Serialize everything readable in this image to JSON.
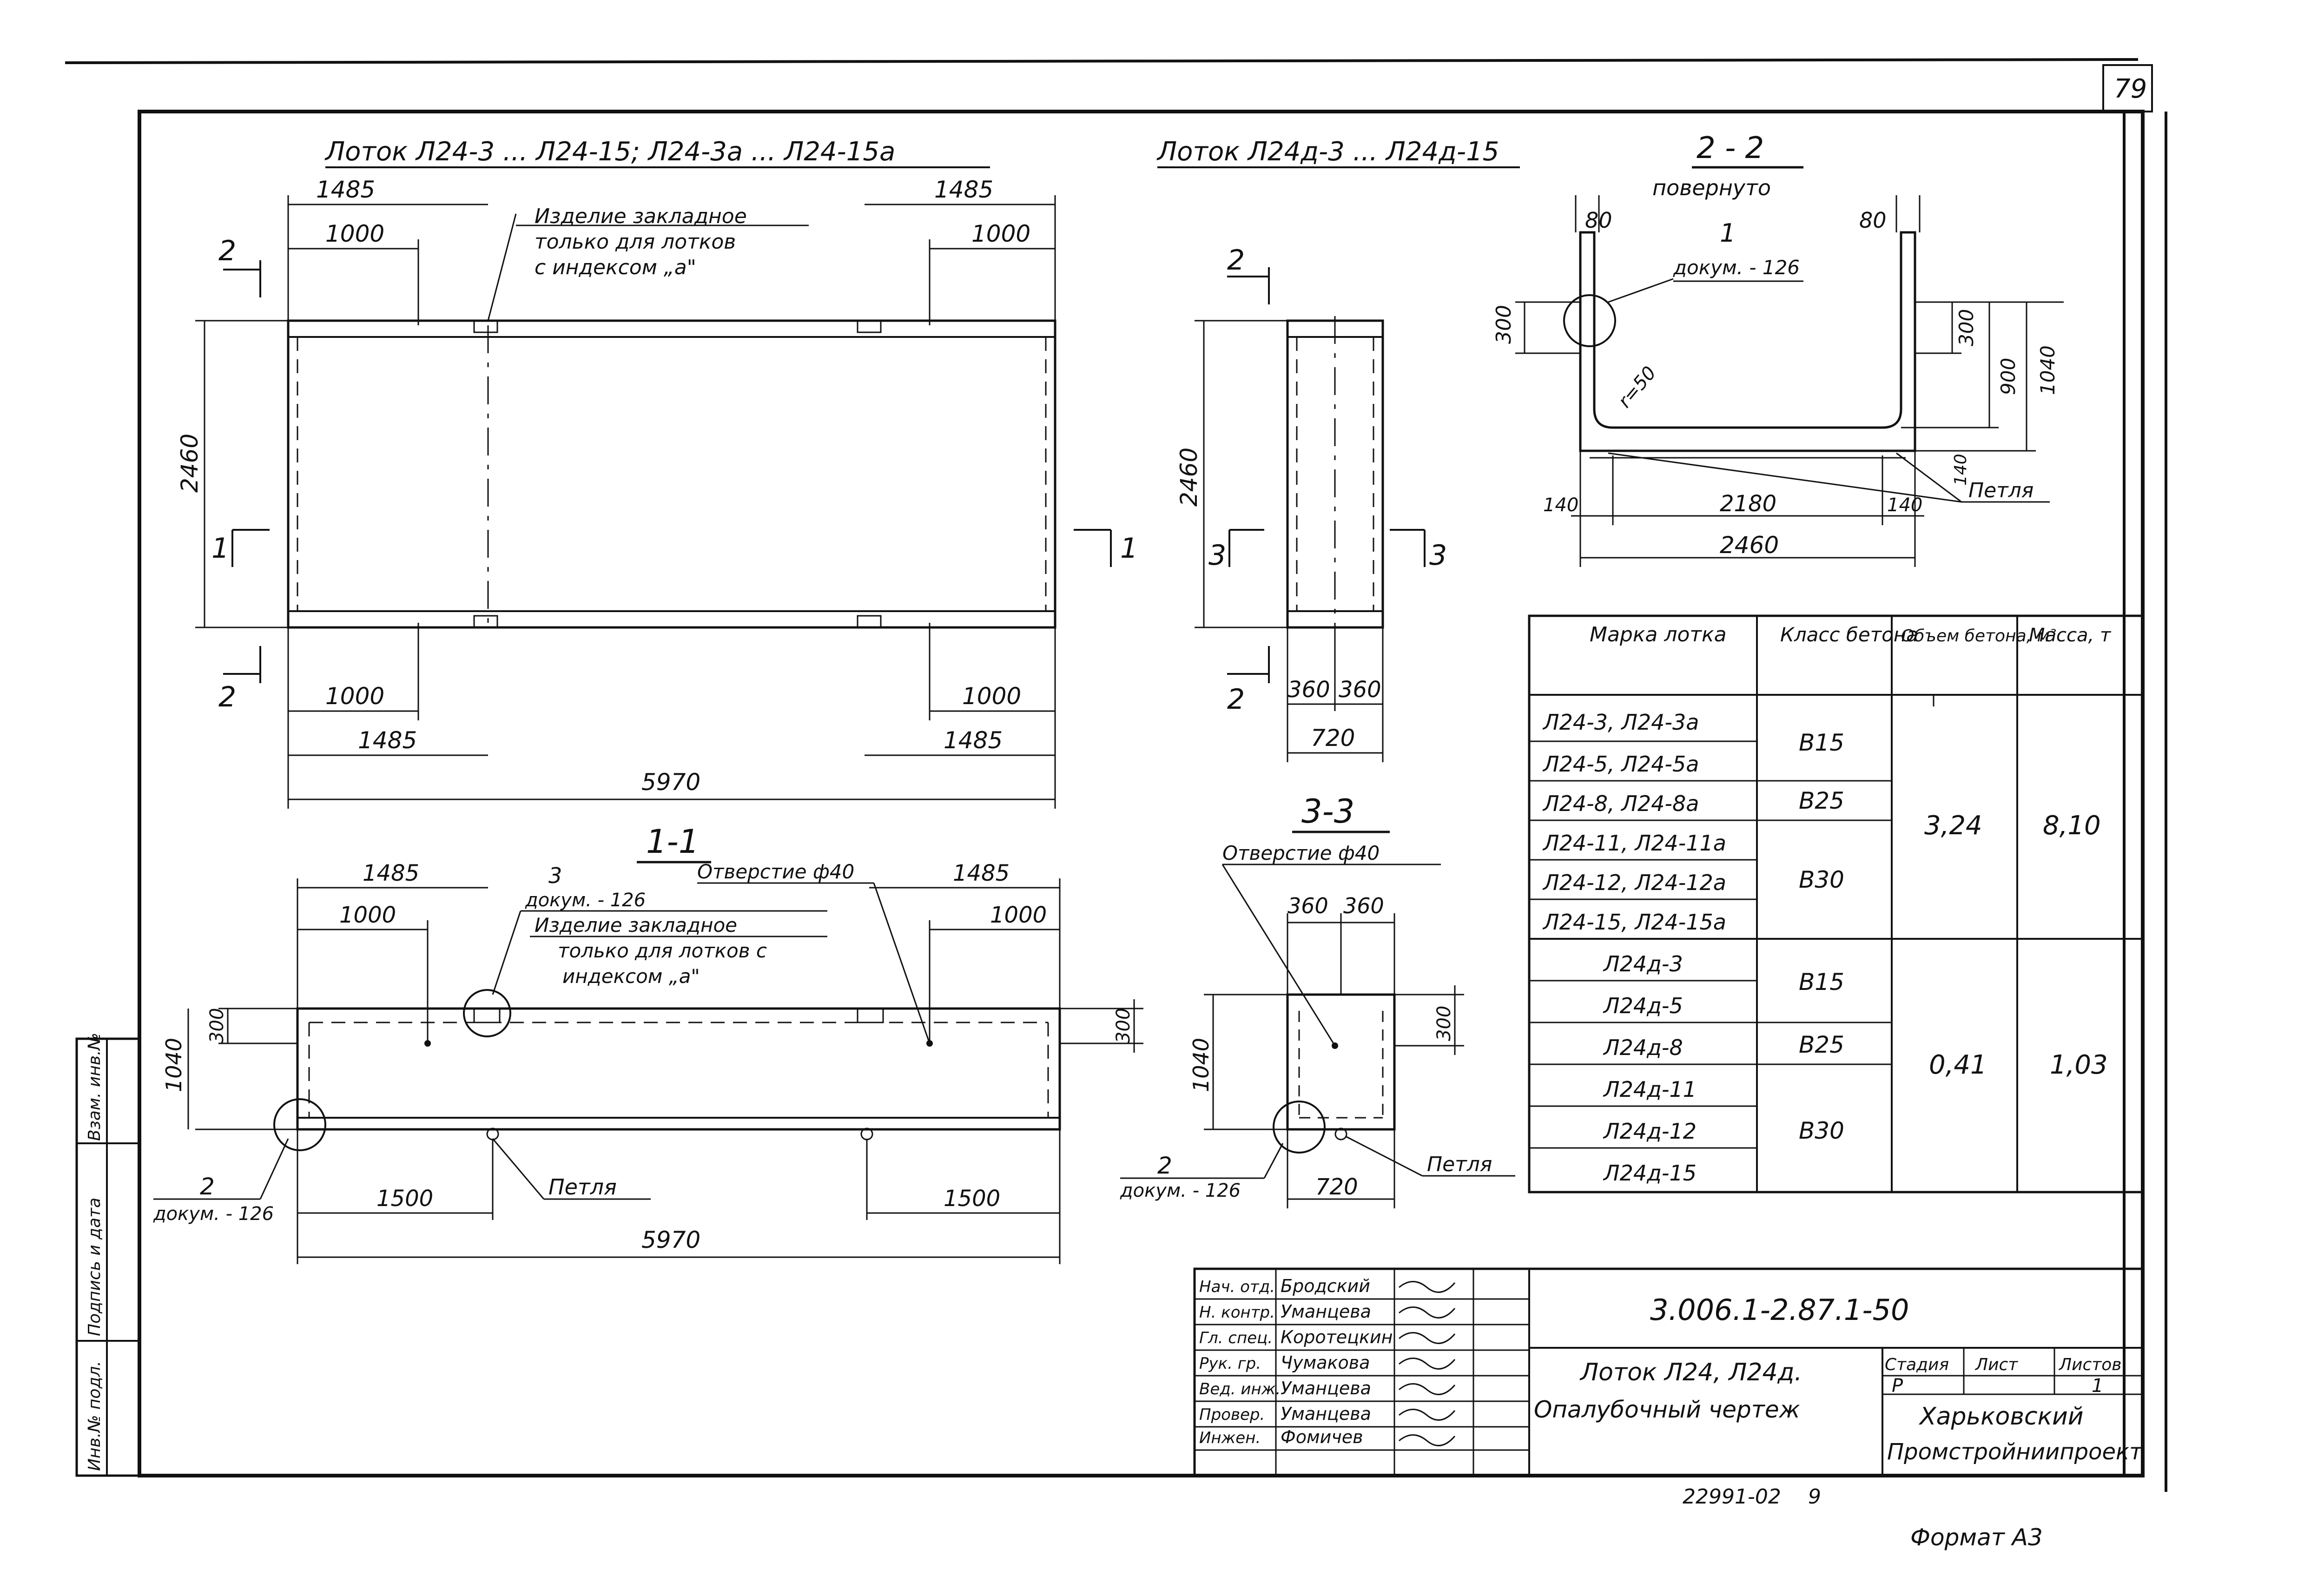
{
  "sheet": {
    "page_number": "79",
    "format_label": "Формат А3",
    "inventory_number": "22991-02",
    "inventory_suffix": "9"
  },
  "side_stamp": {
    "col1": "Инв.№ подл.",
    "col2": "Подпись и дата",
    "col3": "Взам. инв.№"
  },
  "view_plan_a": {
    "title": "Лоток Л24-3 ... Л24-15; Л24-3а ... Л24-15а",
    "note": [
      "Изделие закладное",
      "только для лотков",
      "с индексом „а\""
    ],
    "dims": {
      "top_left_outer": "1485",
      "top_left_inner": "1000",
      "top_right_outer": "1485",
      "top_right_inner": "1000",
      "bottom_left_inner": "1000",
      "bottom_left_outer": "1485",
      "bottom_right_inner": "1000",
      "bottom_right_outer": "1485",
      "height": "2460",
      "length": "5970"
    },
    "section_marks": {
      "top": "2",
      "bottom": "2",
      "left": "1",
      "right": "1"
    }
  },
  "view_plan_d": {
    "title": "Лоток Л24д-3 ... Л24д-15",
    "dims": {
      "height": "2460",
      "half_left": "360",
      "half_right": "360",
      "width": "720"
    },
    "section_marks": {
      "top": "2",
      "bottom": "2",
      "left": "3",
      "right": "3"
    }
  },
  "section_2_2": {
    "title": "2 - 2",
    "subtitle": "повернуто",
    "callout_num": "1",
    "callout_doc": "докум. - 126",
    "radius": "r=50",
    "loop_label": "Петля",
    "dims": {
      "wall_left": "80",
      "wall_right": "80",
      "left_height": "300",
      "right_inner": "300",
      "inner_height": "900",
      "total_height": "1040",
      "bottom": "140",
      "foot_left": "140",
      "inner_width": "2180",
      "foot_right": "140",
      "total_width": "2460"
    }
  },
  "section_1_1": {
    "title": "1-1",
    "hole_label": "Отверстие ф40",
    "callout3_num": "3",
    "callout3_doc": "докум. - 126",
    "note": [
      "Изделие закладное",
      "только для лотков с",
      "индексом „а\""
    ],
    "callout2_num": "2",
    "callout2_doc": "докум. - 126",
    "loop_label": "Петля",
    "dims": {
      "top_left_outer": "1485",
      "top_left_inner": "1000",
      "top_right_outer": "1485",
      "top_right_inner": "1000",
      "left_small": "300",
      "left_height": "1040",
      "right_small": "300",
      "bottom_left": "1500",
      "bottom_right": "1500",
      "length": "5970"
    }
  },
  "section_3_3": {
    "title": "3-3",
    "hole_label": "Отверстие ф40",
    "callout_num": "2",
    "callout_doc": "докум. - 126",
    "loop_label": "Петля",
    "dims": {
      "half_left": "360",
      "half_right": "360",
      "height": "1040",
      "right_small": "300",
      "width": "720"
    }
  },
  "spec_table": {
    "headers": [
      "Марка лотка",
      "Класс бетона",
      "Объем бетона, м³",
      "Масса, т"
    ],
    "rows": [
      {
        "mark": "Л24-3, Л24-3а"
      },
      {
        "mark": "Л24-5, Л24-5а"
      },
      {
        "mark": "Л24-8, Л24-8а"
      },
      {
        "mark": "Л24-11, Л24-11а"
      },
      {
        "mark": "Л24-12, Л24-12а"
      },
      {
        "mark": "Л24-15, Л24-15а"
      },
      {
        "mark": "Л24д-3"
      },
      {
        "mark": "Л24д-5"
      },
      {
        "mark": "Л24д-8"
      },
      {
        "mark": "Л24д-11"
      },
      {
        "mark": "Л24д-12"
      },
      {
        "mark": "Л24д-15"
      }
    ],
    "class_groups": [
      "В15",
      "В25",
      "В30",
      "В15",
      "В25",
      "В30"
    ],
    "group1_volume": "3,24",
    "group1_mass": "8,10",
    "group2_volume": "0,41",
    "group2_mass": "1,03"
  },
  "title_block": {
    "signers": [
      {
        "role": "Нач. отд.",
        "name": "Бродский"
      },
      {
        "role": "Н. контр.",
        "name": "Уманцева"
      },
      {
        "role": "Гл. спец.",
        "name": "Коротецкин"
      },
      {
        "role": "Рук. гр.",
        "name": "Чумакова"
      },
      {
        "role": "Вед. инж.",
        "name": "Уманцева"
      },
      {
        "role": "Провер.",
        "name": "Уманцева"
      },
      {
        "role": "Инжен.",
        "name": "Фомичев"
      }
    ],
    "doc_code": "3.006.1-2.87.1-50",
    "drawing_title_1": "Лоток Л24, Л24д.",
    "drawing_title_2": "Опалубочный чертеж",
    "stage_label": "Стадия",
    "sheet_label": "Лист",
    "sheets_label": "Листов",
    "stage_value": "Р",
    "sheets_value": "1",
    "org_1": "Харьковский",
    "org_2": "Промстройниипроект"
  }
}
